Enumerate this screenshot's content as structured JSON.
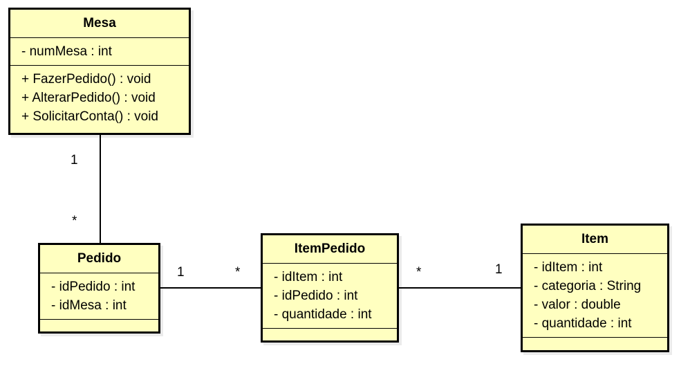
{
  "classes": {
    "mesa": {
      "name": "Mesa",
      "attributes": [
        "- numMesa : int"
      ],
      "operations": [
        "+ FazerPedido() : void",
        "+ AlterarPedido() : void",
        "+ SolicitarConta() : void"
      ]
    },
    "pedido": {
      "name": "Pedido",
      "attributes": [
        "- idPedido : int",
        "- idMesa : int"
      ],
      "operations": []
    },
    "itempedido": {
      "name": "ItemPedido",
      "attributes": [
        "- idItem : int",
        "- idPedido : int",
        "- quantidade : int"
      ],
      "operations": []
    },
    "item": {
      "name": "Item",
      "attributes": [
        "- idItem : int",
        "- categoria : String",
        "- valor : double",
        "- quantidade : int"
      ],
      "operations": []
    }
  },
  "associations": {
    "mesa_pedido": {
      "mesa_end": "1",
      "pedido_end": "*"
    },
    "pedido_itempedido": {
      "pedido_end": "1",
      "itempedido_end": "*"
    },
    "itempedido_item": {
      "itempedido_end": "*",
      "item_end": "1"
    }
  }
}
